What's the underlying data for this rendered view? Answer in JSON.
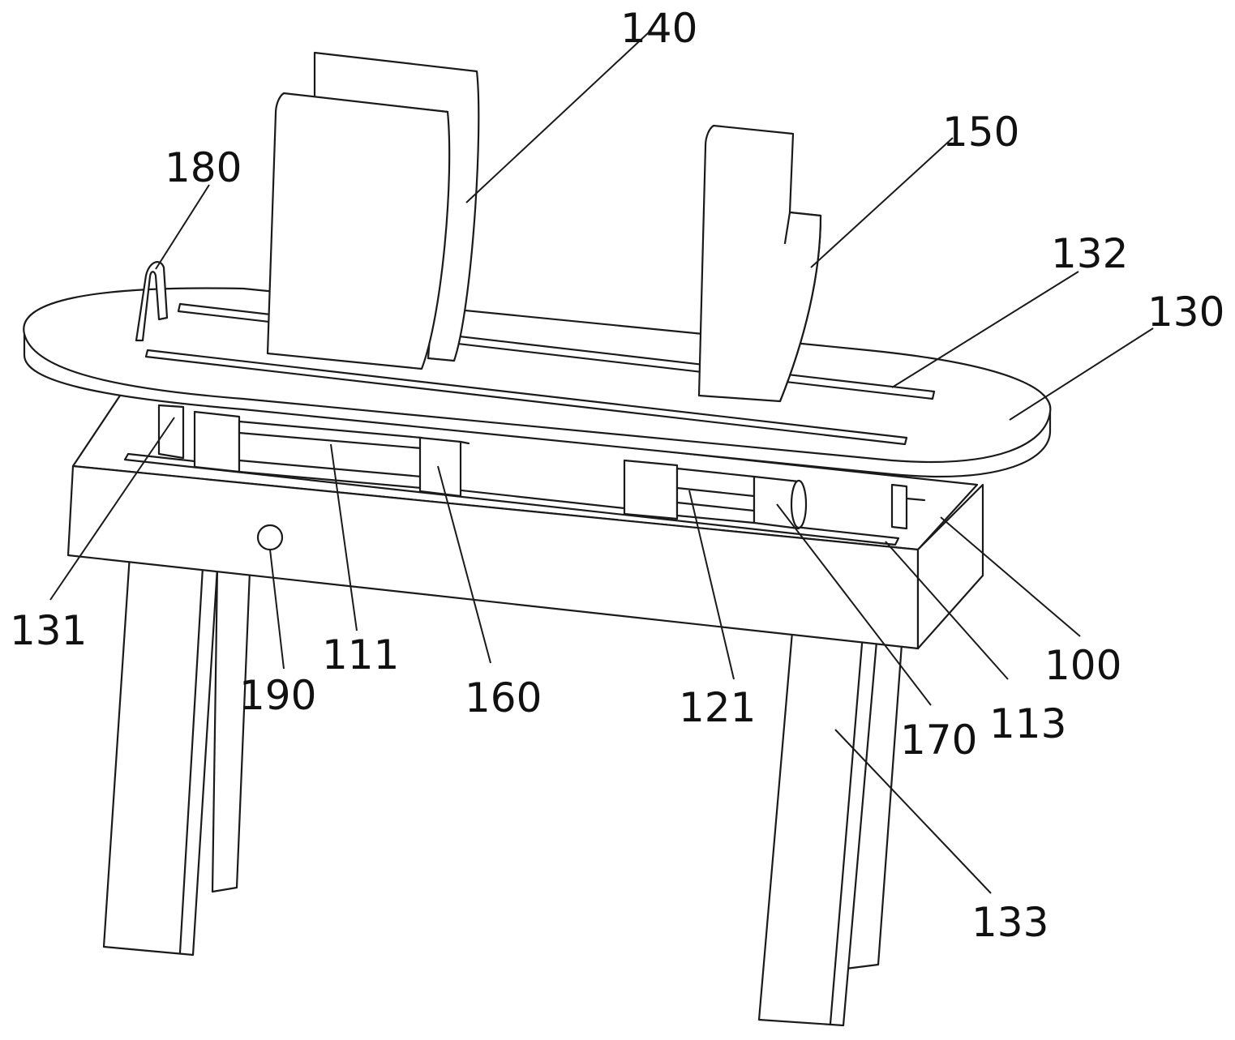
{
  "labels": {
    "l100": "100",
    "l111": "111",
    "l113": "113",
    "l121": "121",
    "l130": "130",
    "l131": "131",
    "l132": "132",
    "l133": "133",
    "l140": "140",
    "l150": "150",
    "l160": "160",
    "l170": "170",
    "l180": "180",
    "l190": "190"
  }
}
